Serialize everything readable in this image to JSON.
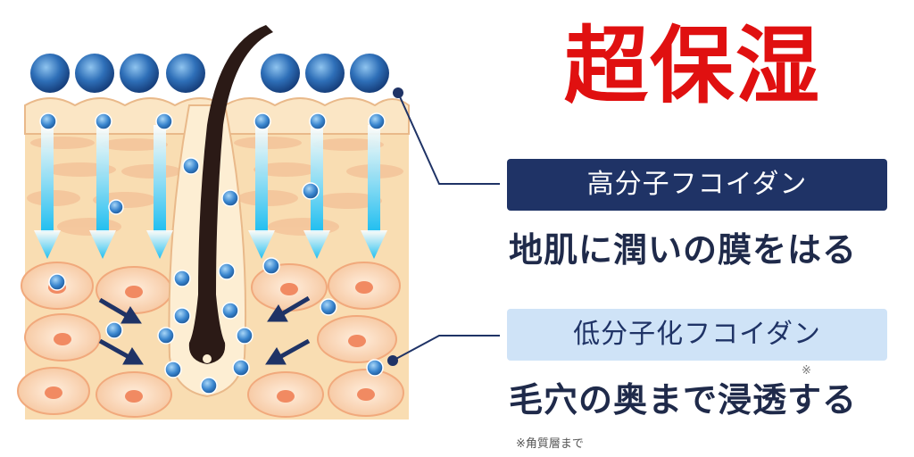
{
  "title": "超保湿",
  "labels": {
    "high": "高分子フコイダン",
    "low": "低分子化フコイダン"
  },
  "descriptions": {
    "high": "地肌に潤いの膜をはる",
    "low": "毛穴の奥まで浸透する"
  },
  "note_mark": "※",
  "footnote": "※角質層まで",
  "colors": {
    "title": "#e01010",
    "navy": "#1f3366",
    "light_blue": "#cfe3f7",
    "skin": "#f9ddb2",
    "cell": "#f5b58f",
    "arrow": "#29c6f2"
  }
}
